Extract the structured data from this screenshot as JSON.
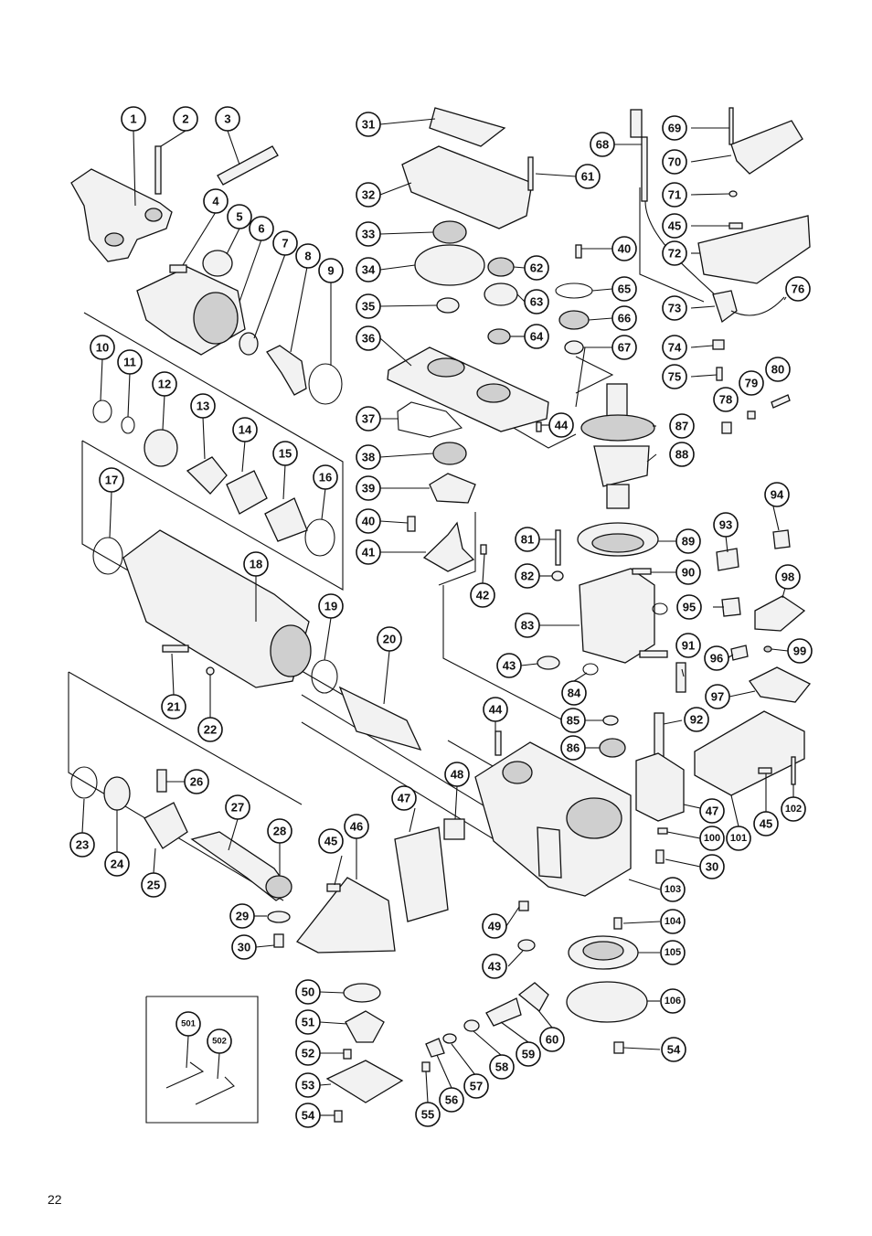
{
  "page_number": "22",
  "labels": [
    "1",
    "2",
    "3",
    "4",
    "5",
    "6",
    "7",
    "8",
    "9",
    "10",
    "11",
    "12",
    "13",
    "14",
    "15",
    "16",
    "17",
    "18",
    "19",
    "20",
    "21",
    "22",
    "23",
    "24",
    "25",
    "26",
    "27",
    "28",
    "29",
    "30",
    "31",
    "32",
    "33",
    "34",
    "35",
    "36",
    "37",
    "38",
    "39",
    "40",
    "41",
    "42",
    "43",
    "44",
    "45",
    "46",
    "47",
    "48",
    "49",
    "50",
    "51",
    "52",
    "53",
    "54",
    "55",
    "56",
    "57",
    "58",
    "59",
    "60",
    "61",
    "62",
    "63",
    "64",
    "65",
    "66",
    "67",
    "68",
    "69",
    "70",
    "71",
    "72",
    "73",
    "74",
    "75",
    "76",
    "78",
    "79",
    "80",
    "81",
    "82",
    "83",
    "84",
    "85",
    "86",
    "87",
    "88",
    "89",
    "90",
    "91",
    "92",
    "93",
    "94",
    "95",
    "96",
    "97",
    "98",
    "99",
    "100",
    "101",
    "102",
    "103",
    "104",
    "105",
    "106",
    "501",
    "502"
  ]
}
